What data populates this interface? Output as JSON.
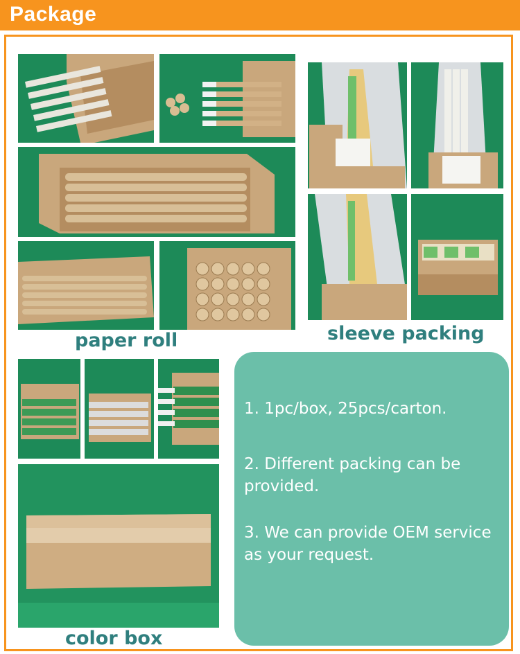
{
  "header": {
    "title": "Package",
    "color": "#f7941e"
  },
  "sections": {
    "paper_roll": {
      "caption": "paper roll"
    },
    "sleeve_packing": {
      "caption": "sleeve packing"
    },
    "color_box": {
      "caption": "color box"
    }
  },
  "info": {
    "items": [
      "1. 1pc/box, 25pcs/carton.",
      "2. Different packing can be provided.",
      "3. We can provide OEM service as your request."
    ],
    "background": "#6bbfa9"
  },
  "colors": {
    "caption": "#2f7f7e",
    "accent": "#f7941e",
    "photo_bg": "#1f8a5a",
    "cardboard": "#c9a77c"
  }
}
